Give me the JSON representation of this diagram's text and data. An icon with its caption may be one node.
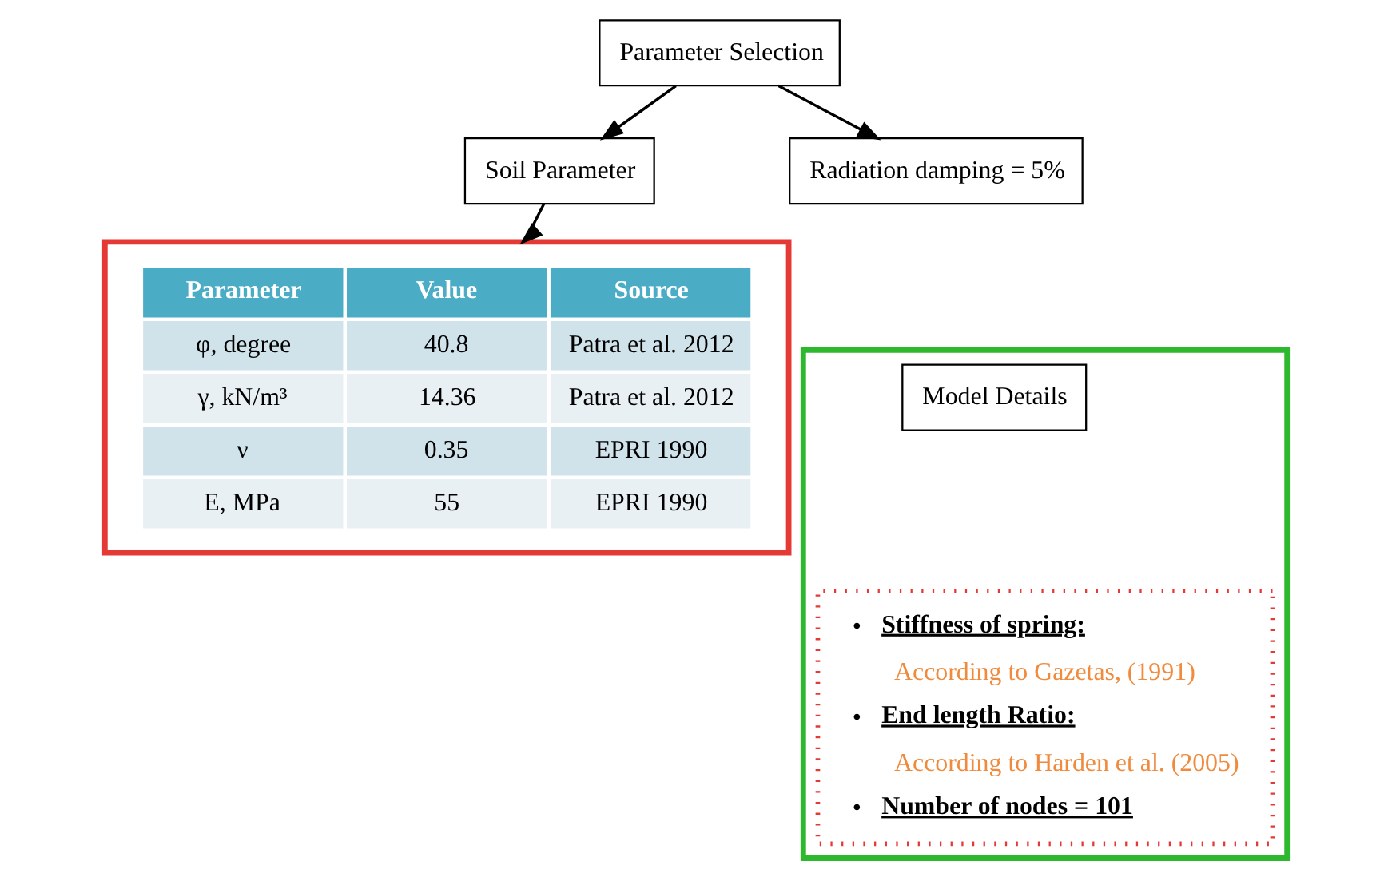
{
  "diagram": {
    "nodes": [
      {
        "text": [
          "Parameter Selection"
        ]
      },
      {
        "text": [
          "Soil Parameter"
        ]
      },
      {
        "text": [
          "Radiation damping = 5%"
        ]
      },
      {
        "text": [],
        "shape": "box"
      },
      {
        "text": [],
        "shape": "box"
      },
      {
        "text": [
          "Model Details"
        ],
        "in": 4
      },
      {
        "text": [
          "•",
          "Stiffness of spring:",
          "According to Gazetas, (1991)",
          "•",
          "End length Ratio:",
          "According to Harden et al. (2005)",
          "•",
          "Number of nodes = 101"
        ],
        "in": 4
      }
    ],
    "edges": [
      {
        "from": 0,
        "to": 1,
        "arrow": "to"
      },
      {
        "from": 0,
        "to": 2,
        "arrow": "to"
      },
      {
        "from": 1,
        "to": 3,
        "arrow": "to"
      }
    ],
    "labels": [
      "Parameter",
      "Value",
      "Source",
      "φ, degree",
      "40.8",
      "Patra et al. 2012",
      "γ, kN/m³",
      "14.36",
      "Patra et al. 2012",
      "ν",
      "0.35",
      "EPRI 1990",
      "E, MPa",
      "55",
      "EPRI 1990"
    ]
  }
}
